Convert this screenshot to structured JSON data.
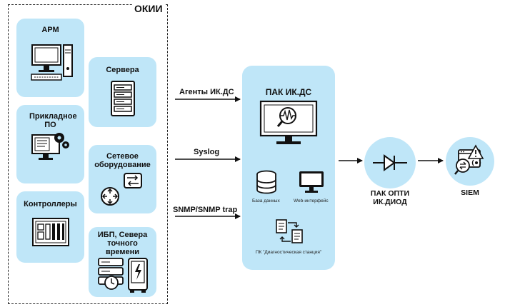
{
  "okii": {
    "title": "ОКИИ"
  },
  "sources": {
    "arm": "АРМ",
    "servers": "Сервера",
    "app_software": "Прикладное ПО",
    "network": "Сетевое оборудование",
    "controllers": "Контроллеры",
    "ups": "ИБП, Севера точного времени"
  },
  "flows": {
    "agents": "Агенты ИК.ДС",
    "syslog": "Syslog",
    "snmp": "SNMP/SNMP trap"
  },
  "pak": {
    "title": "ПАК ИК.ДС",
    "db": "База данных",
    "web": "Web-интерфейс",
    "station": "ПК \"Диагностическая станция\""
  },
  "diode": {
    "label_line1": "ПАК ОПТИ",
    "label_line2": "ИК.ДИОД"
  },
  "siem": {
    "label": "SIEM"
  },
  "colors": {
    "box_fill": "#bfe6f8",
    "stroke": "#111111"
  }
}
